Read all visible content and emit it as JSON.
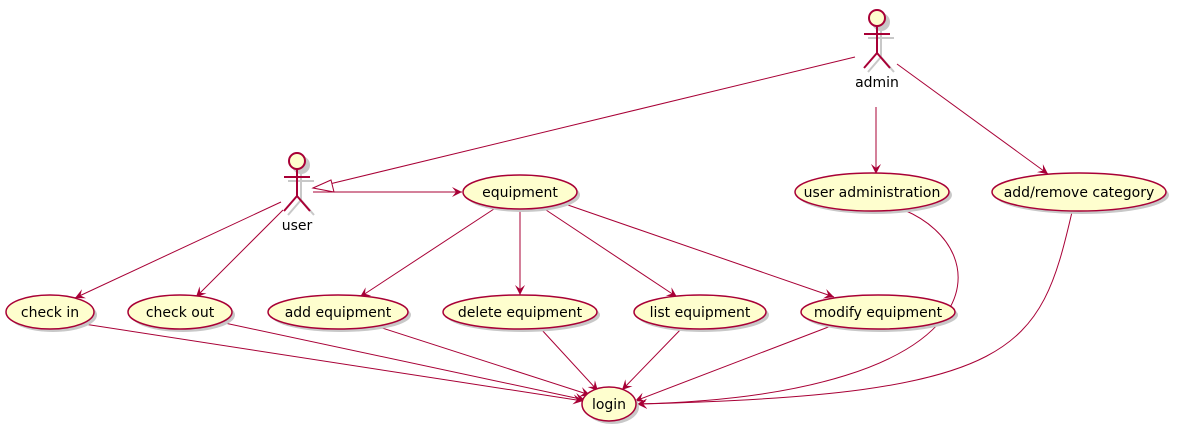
{
  "colors": {
    "line": "#A80036",
    "usecase_fill": "#FEFECE",
    "shadow": "#c8c8c8",
    "text": "#000000"
  },
  "actors": [
    {
      "id": "admin",
      "label": "admin"
    },
    {
      "id": "user",
      "label": "user"
    }
  ],
  "usecases": [
    {
      "id": "equipment",
      "label": "equipment"
    },
    {
      "id": "user_administration",
      "label": "user administration"
    },
    {
      "id": "add_remove_category",
      "label": "add/remove category"
    },
    {
      "id": "check_in",
      "label": "check in"
    },
    {
      "id": "check_out",
      "label": "check out"
    },
    {
      "id": "add_equipment",
      "label": "add equipment"
    },
    {
      "id": "delete_equipment",
      "label": "delete equipment"
    },
    {
      "id": "list_equipment",
      "label": "list equipment"
    },
    {
      "id": "modify_equipment",
      "label": "modify equipment"
    },
    {
      "id": "login",
      "label": "login"
    }
  ],
  "relations": [
    {
      "from": "admin",
      "to": "user",
      "type": "generalization"
    },
    {
      "from": "admin",
      "to": "user_administration",
      "type": "association"
    },
    {
      "from": "admin",
      "to": "add_remove_category",
      "type": "association"
    },
    {
      "from": "user",
      "to": "equipment",
      "type": "association"
    },
    {
      "from": "user",
      "to": "check_in",
      "type": "association"
    },
    {
      "from": "user",
      "to": "check_out",
      "type": "association"
    },
    {
      "from": "equipment",
      "to": "add_equipment",
      "type": "association"
    },
    {
      "from": "equipment",
      "to": "delete_equipment",
      "type": "association"
    },
    {
      "from": "equipment",
      "to": "list_equipment",
      "type": "association"
    },
    {
      "from": "equipment",
      "to": "modify_equipment",
      "type": "association"
    },
    {
      "from": "check_in",
      "to": "login",
      "type": "association"
    },
    {
      "from": "check_out",
      "to": "login",
      "type": "association"
    },
    {
      "from": "add_equipment",
      "to": "login",
      "type": "association"
    },
    {
      "from": "delete_equipment",
      "to": "login",
      "type": "association"
    },
    {
      "from": "list_equipment",
      "to": "login",
      "type": "association"
    },
    {
      "from": "modify_equipment",
      "to": "login",
      "type": "association"
    },
    {
      "from": "user_administration",
      "to": "login",
      "type": "association"
    },
    {
      "from": "add_remove_category",
      "to": "login",
      "type": "association"
    }
  ]
}
